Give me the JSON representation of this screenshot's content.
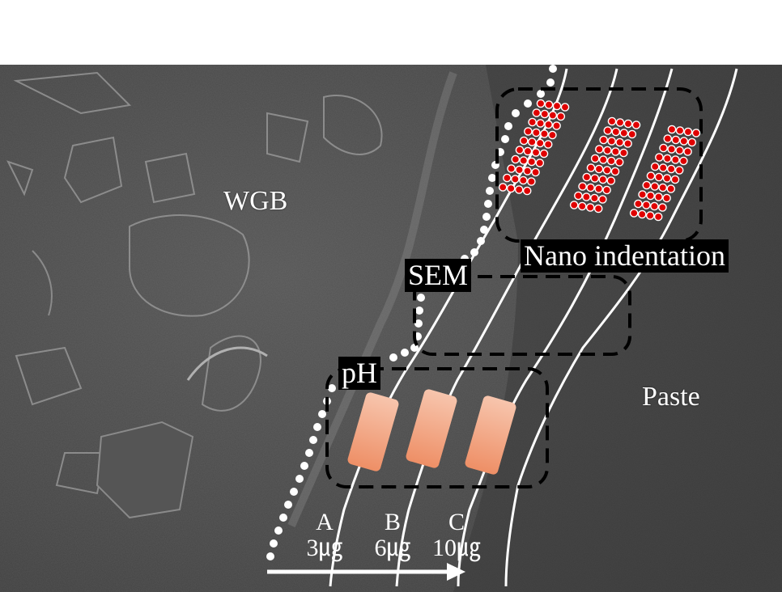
{
  "labels": {
    "wgb": "WGB",
    "paste": "Paste",
    "sem": "SEM",
    "ph": "pH",
    "nano": "Nano indentation"
  },
  "zones": [
    {
      "letter": "A",
      "width": "3㎍"
    },
    {
      "letter": "B",
      "width": "6㎍"
    },
    {
      "letter": "C",
      "width": "10㎍"
    }
  ],
  "colors": {
    "background": "#ffffff",
    "sem_image": "#4a4a4a",
    "indent_dot": "#e00000",
    "ph_sample": "#f2a583",
    "dashed_box": "#000000",
    "boundary_line": "#ffffff"
  }
}
